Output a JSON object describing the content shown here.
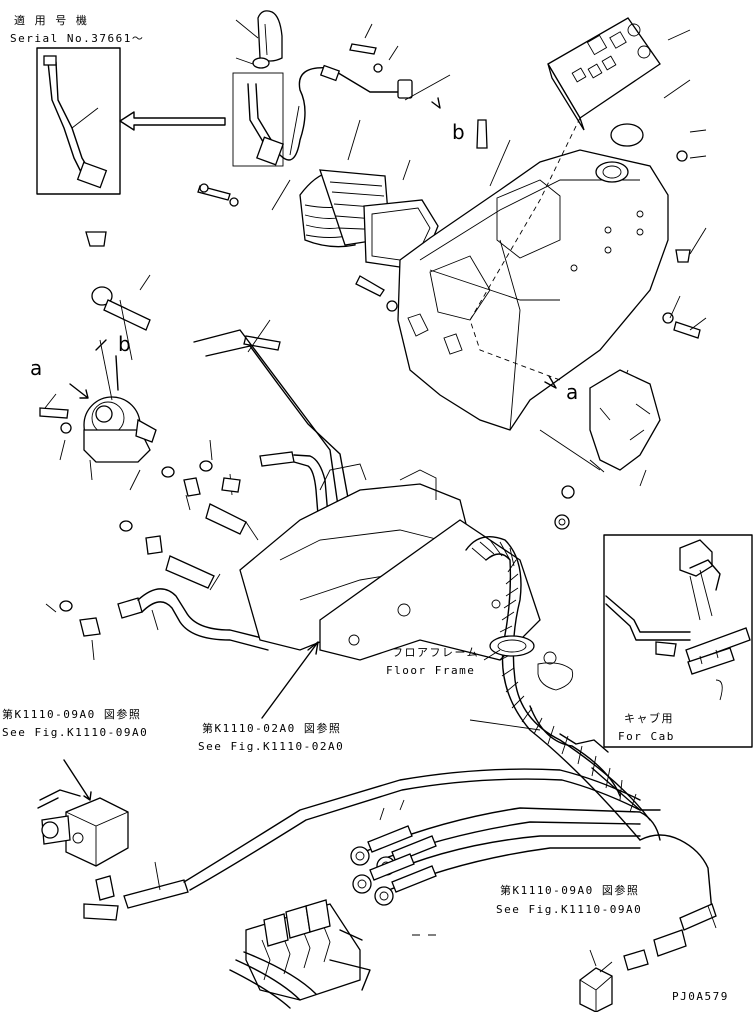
{
  "labels": {
    "serial_jp": "適 用 号 機",
    "serial_en": "Serial No.37661～",
    "floor_jp": "フロアフレーム",
    "floor_en": "Floor Frame",
    "cab_jp": "キャブ用",
    "cab_en": "For Cab",
    "ref1_jp": "第K1110-09A0 図参照",
    "ref1_en": "See Fig.K1110-09A0",
    "ref2_jp": "第K1110-02A0 図参照",
    "ref2_en": "See Fig.K1110-02A0",
    "ref3_jp": "第K1110-09A0 図参照",
    "ref3_en": "See Fig.K1110-09A0",
    "marker_a": "a",
    "marker_b": "b",
    "drawing_code": "PJ0A579"
  }
}
